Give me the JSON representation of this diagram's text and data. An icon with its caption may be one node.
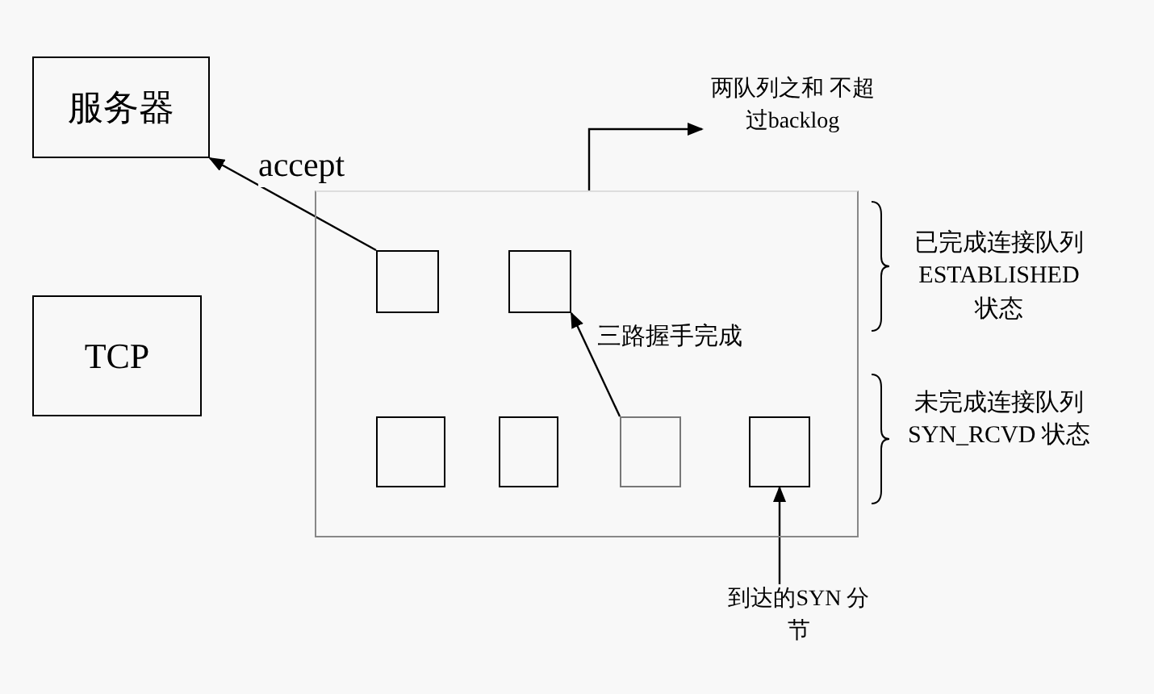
{
  "diagram": {
    "nodes": [
      {
        "text": [
          "服务器"
        ]
      },
      {
        "text": [
          "TCP"
        ]
      },
      {
        "text": [],
        "shape": "box"
      },
      {
        "text": [],
        "shape": "box",
        "in": 2
      },
      {
        "text": [],
        "shape": "box",
        "in": 2
      },
      {
        "text": [],
        "shape": "box",
        "in": 2
      },
      {
        "text": [],
        "shape": "box",
        "in": 2
      },
      {
        "text": [],
        "shape": "box",
        "in": 2
      },
      {
        "text": [],
        "shape": "box",
        "in": 2
      },
      {
        "text": [
          "两队列之和 不超过backlog"
        ]
      },
      {
        "text": [
          "到达的SYN 分节"
        ]
      }
    ],
    "edges": [
      {
        "from": 3,
        "to": 0,
        "arrow": "to",
        "label": "accept"
      },
      {
        "from": 7,
        "to": 4,
        "arrow": "to",
        "label": "三路握手完成"
      },
      {
        "from": 10,
        "to": 8,
        "arrow": "to"
      },
      {
        "from": 2,
        "to": 9,
        "arrow": "to"
      }
    ],
    "labels": [
      "已完成连接队列 ESTABLISHED 状态",
      "未完成连接队列 SYN_RCVD 状态"
    ]
  }
}
